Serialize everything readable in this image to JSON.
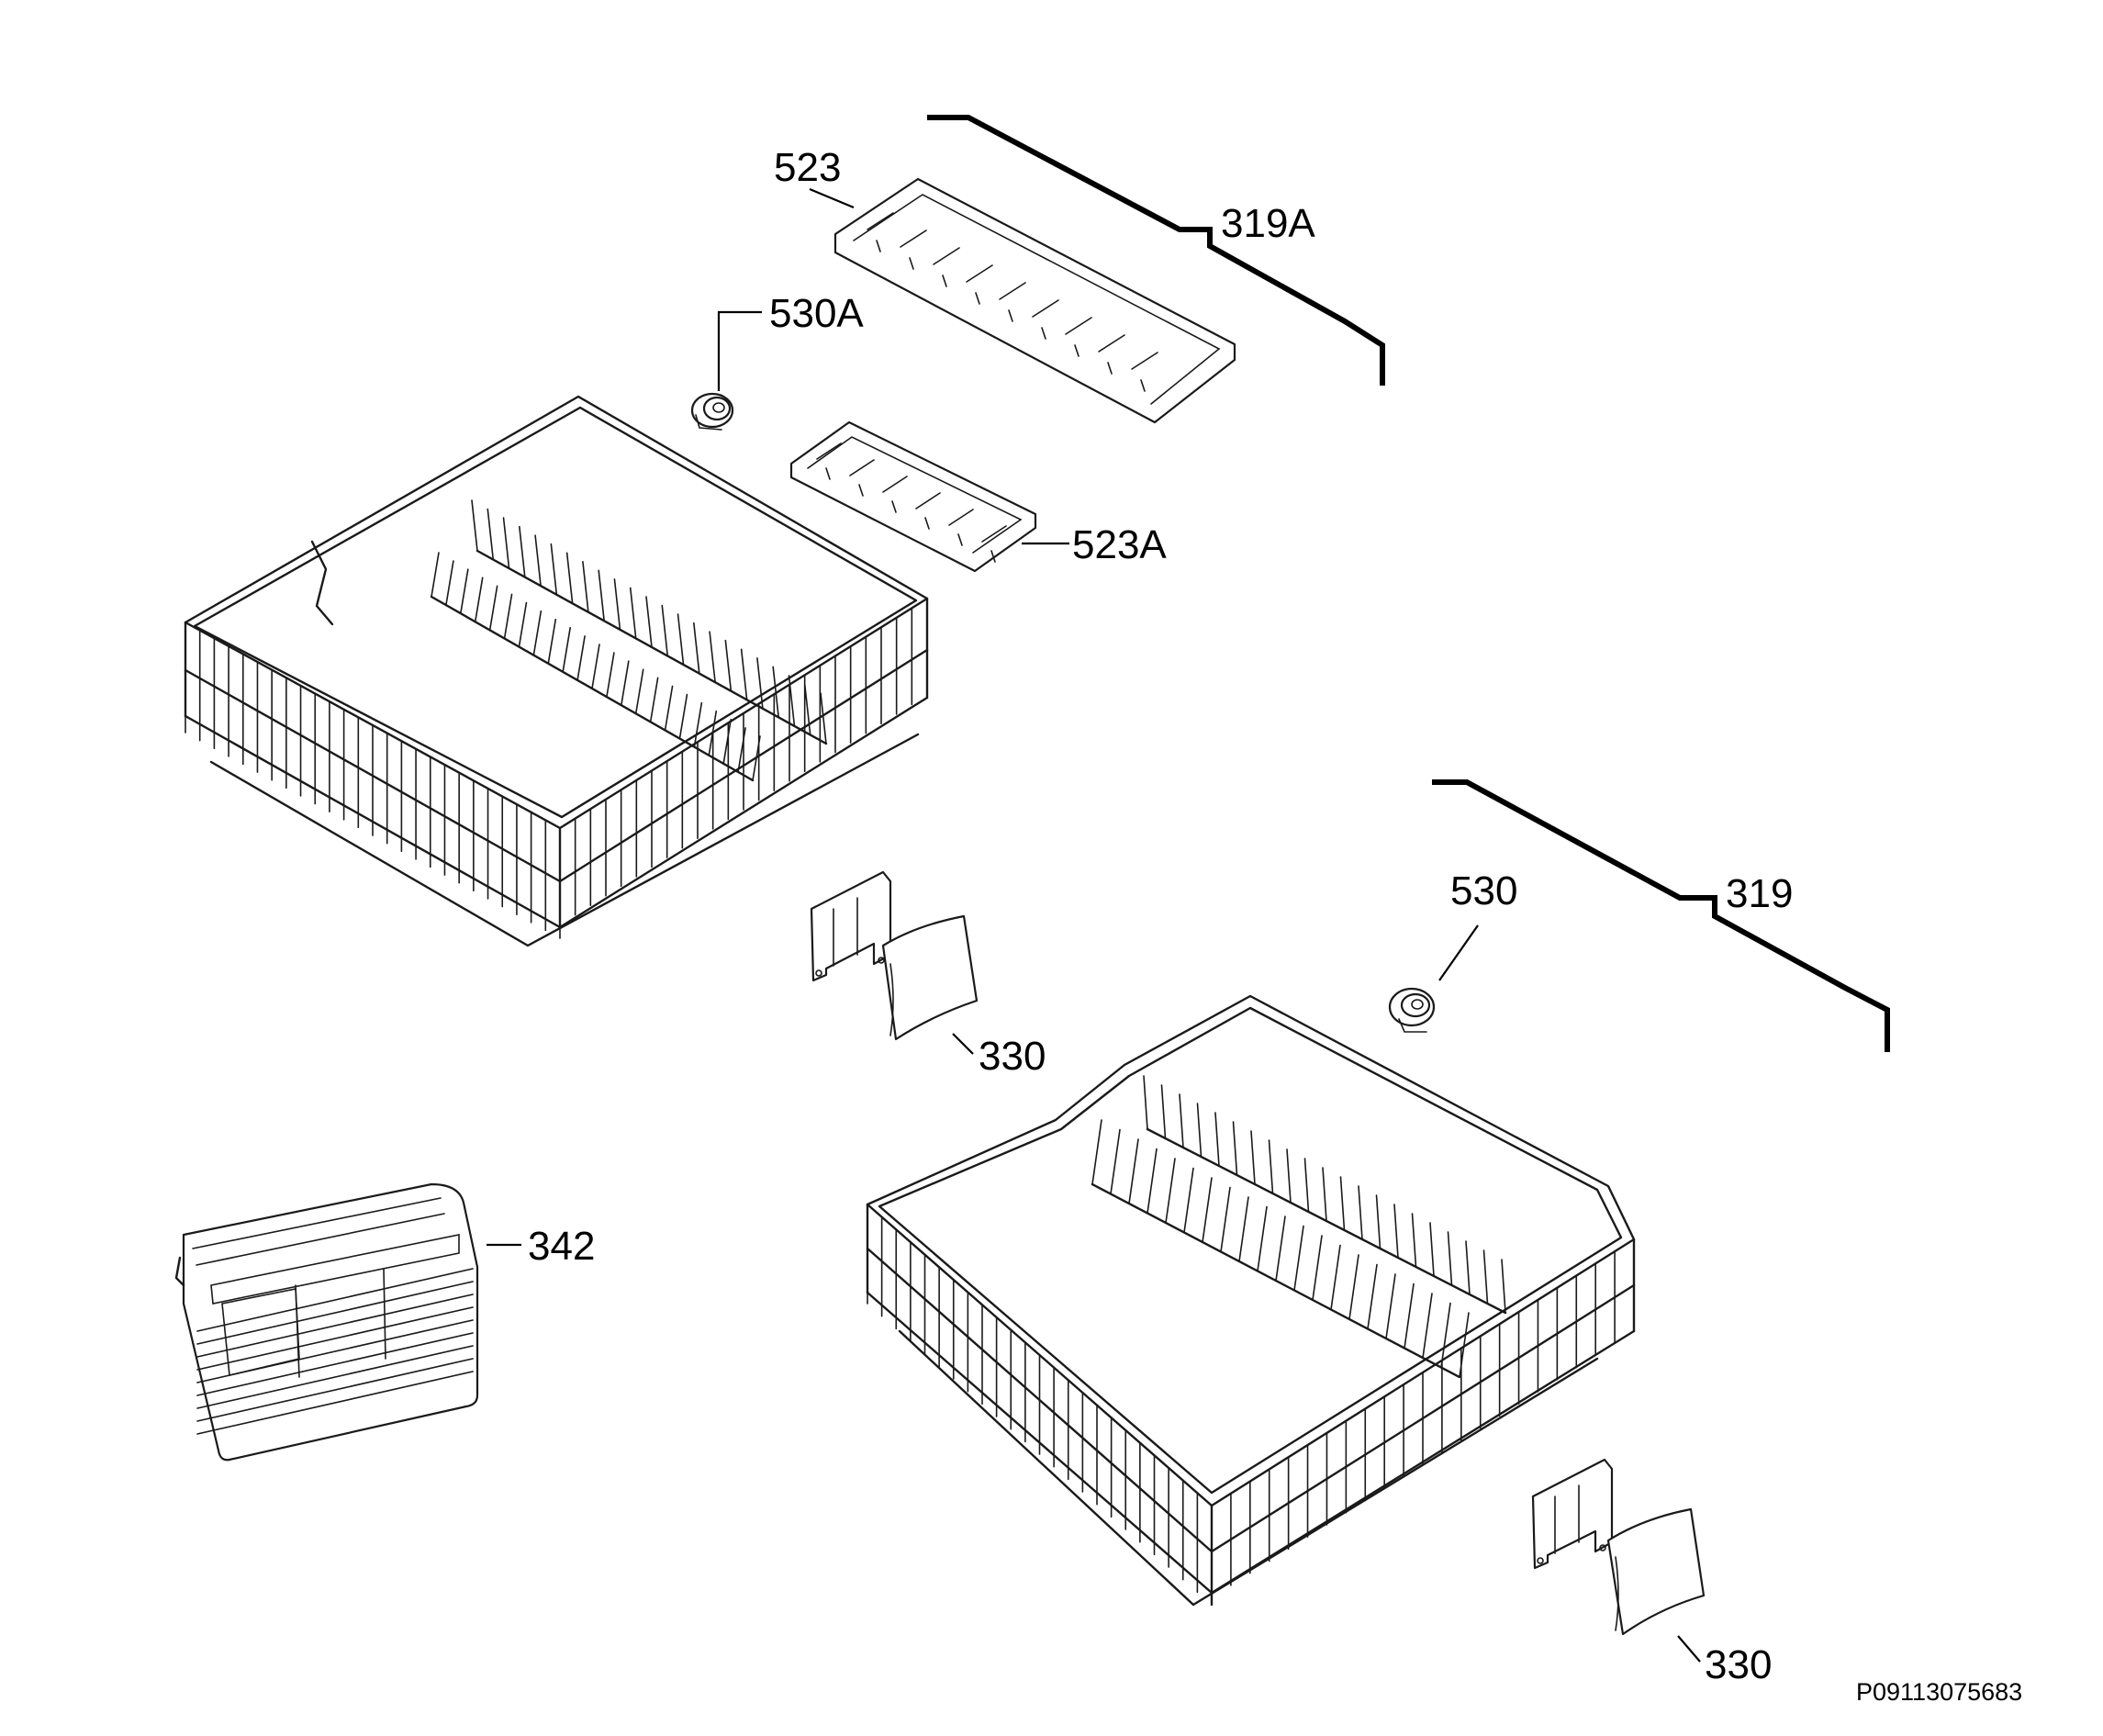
{
  "callouts": {
    "c523": "523",
    "c319A": "319A",
    "c530A": "530A",
    "c523A": "523A",
    "c330_upper": "330",
    "c530": "530",
    "c319": "319",
    "c342": "342",
    "c330_lower": "330"
  },
  "footer": {
    "drawing_code": "P09113075683"
  },
  "colors": {
    "line": "#1a1a1a",
    "background": "#ffffff"
  }
}
